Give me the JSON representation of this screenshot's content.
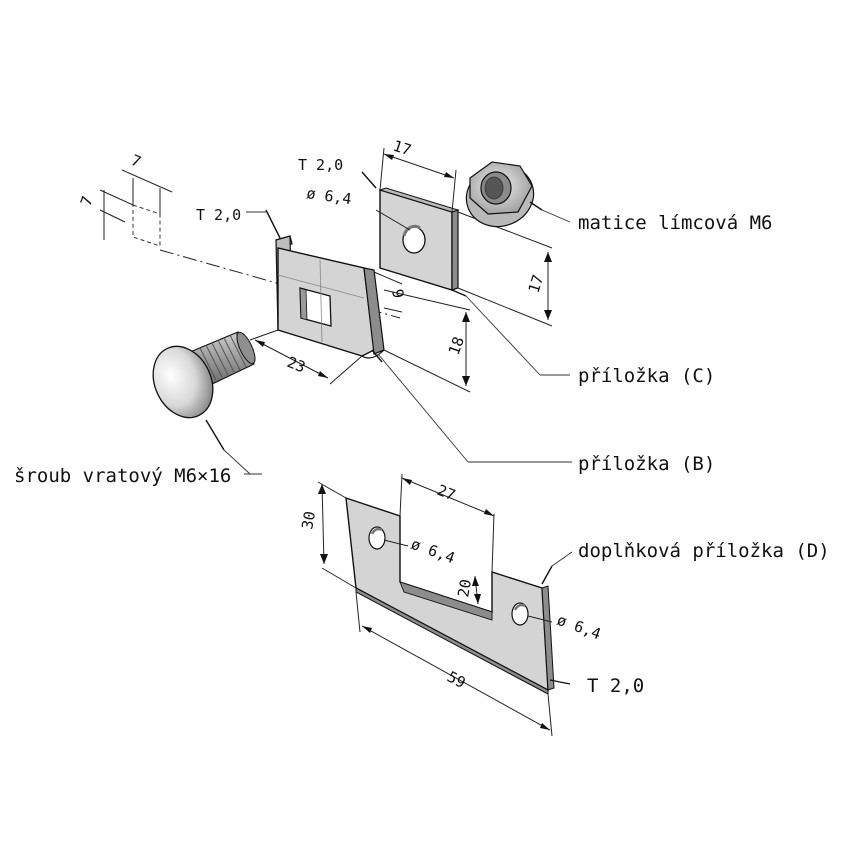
{
  "labels": {
    "nut": "matice límcová M6",
    "plate_c": "příložka (C)",
    "plate_b": "příložka (B)",
    "bolt": "šroub vratový M6×16",
    "plate_d": "doplňková příložka (D)"
  },
  "dims": {
    "hole_x": "7",
    "hole_y": "7",
    "t_b": "T 2,0",
    "t_c": "T 2,0",
    "d_c": "ø 6,4",
    "c_width": "17",
    "c_height": "17",
    "b_height": "18",
    "b_depth": "9",
    "b_width": "23",
    "d_height": "30",
    "d_gap": "27",
    "d_hole_left": "ø 6,4",
    "d_slot_depth": "20",
    "d_hole_right": "ø 6,4",
    "d_length": "59",
    "t_d": "T 2,0"
  },
  "colors": {
    "part_face": "#d4d4d4",
    "part_side": "#a8a8a8",
    "part_dark": "#7c7c7c",
    "line": "#111111"
  }
}
